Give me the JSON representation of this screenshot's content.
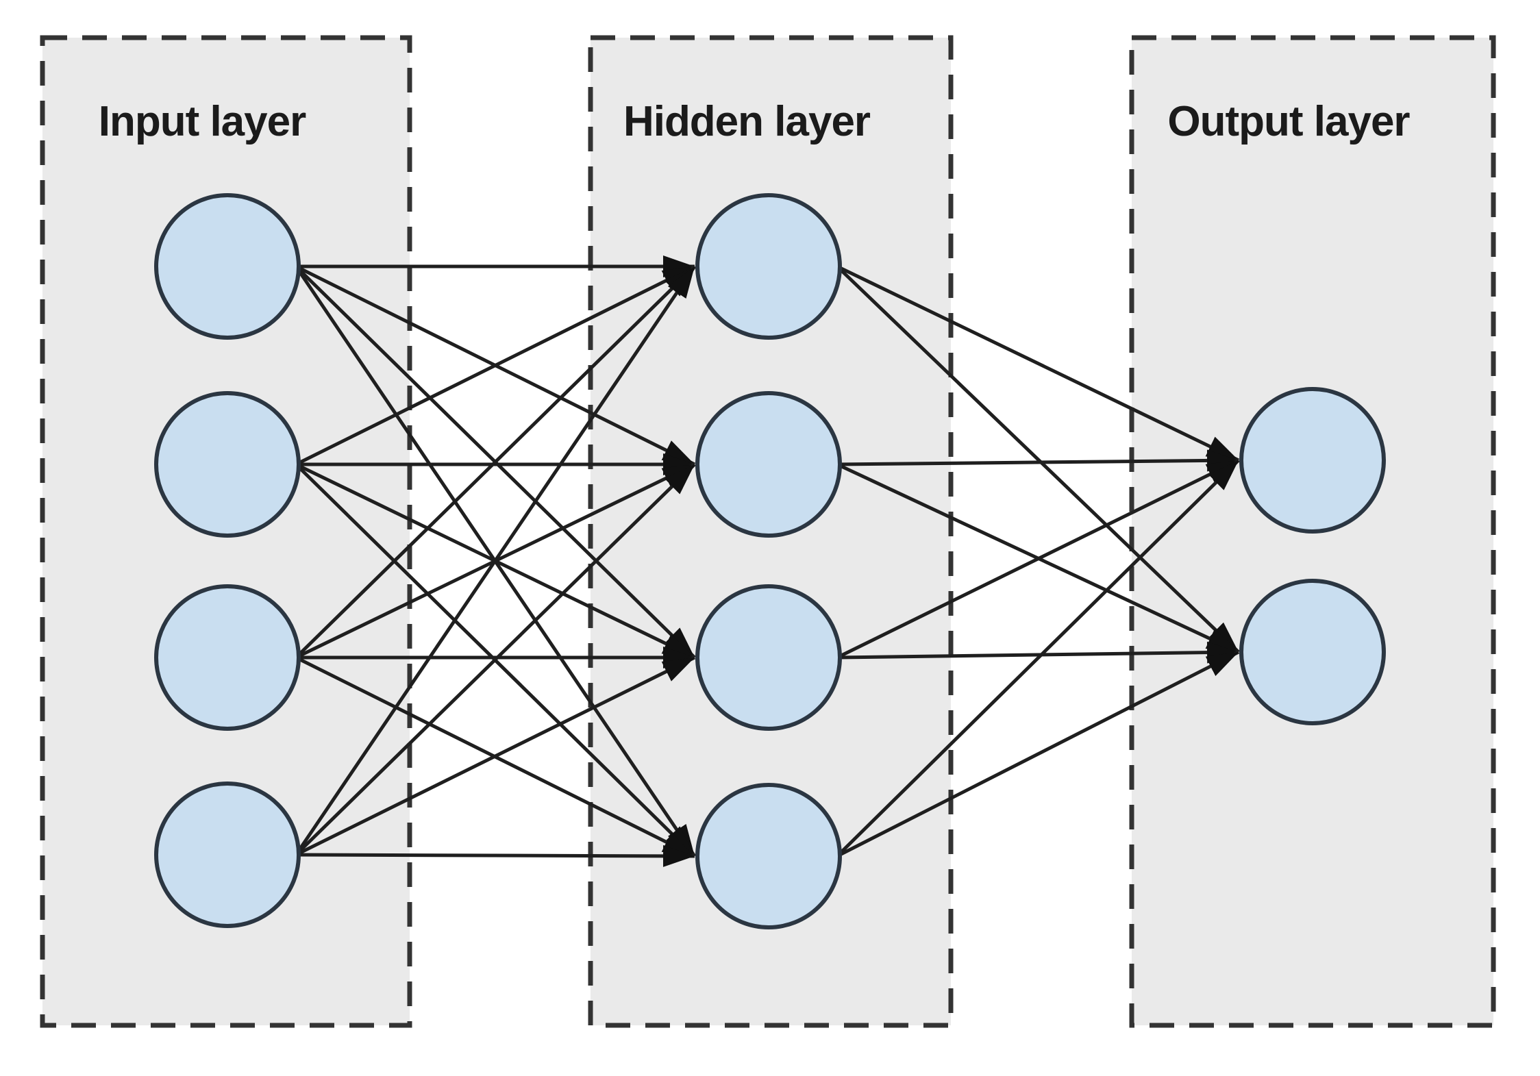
{
  "diagram": {
    "type": "feedforward-neural-network",
    "fully_connected": true,
    "layers": [
      {
        "id": "input",
        "label": "Input layer",
        "node_count": 4
      },
      {
        "id": "hidden",
        "label": "Hidden layer",
        "node_count": 4
      },
      {
        "id": "output",
        "label": "Output layer",
        "node_count": 2
      }
    ]
  },
  "colors": {
    "background": "#ffffff",
    "layer_box_fill": "#eaeaea",
    "layer_box_border": "#333333",
    "node_fill": "#c9def0",
    "node_border": "#2b3642",
    "edge": "#1f1f1f",
    "arrowhead": "#111111",
    "label_text": "#1b1b1b"
  }
}
